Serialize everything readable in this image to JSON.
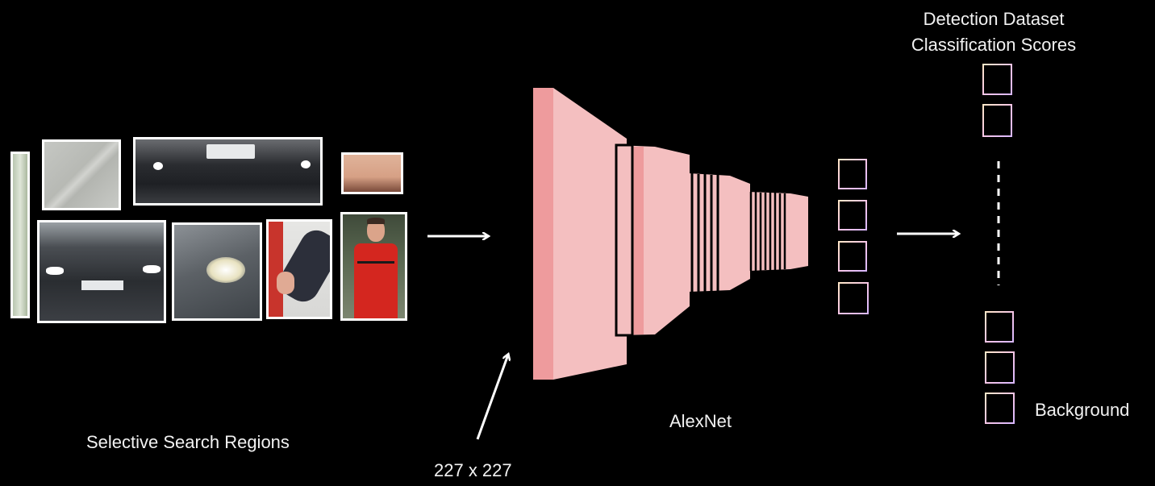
{
  "labels": {
    "regions": "Selective Search Regions",
    "input_size": "227 x 227",
    "network": "AlexNet",
    "output_title_1": "Detection Dataset",
    "output_title_2": "Classification Scores",
    "background": "Background"
  },
  "colors": {
    "background": "#000000",
    "layer_fill": "#f4bfc0",
    "layer_edge": "#ee9b9d",
    "arrow": "#ffffff",
    "score_box_border": "#f0c0ff"
  },
  "region_crops": [
    "grass strip",
    "pavement",
    "car front bumper",
    "forehead",
    "car front",
    "car headlight",
    "arm",
    "person in red shirt"
  ]
}
